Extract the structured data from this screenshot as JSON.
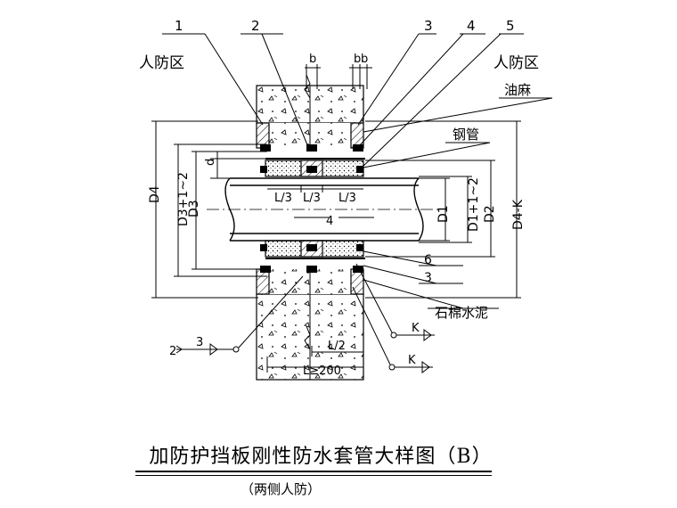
{
  "callouts": {
    "c1": "1",
    "c2": "2",
    "c3": "3",
    "c4": "4",
    "c5": "5",
    "c6": "6",
    "c3b": "3",
    "c4b": "4"
  },
  "labels": {
    "civil_left": "人防区",
    "civil_right": "人防区",
    "oil_hemp": "油麻",
    "steel_pipe": "钢管",
    "asbestos_cement": "石棉水泥"
  },
  "dims": {
    "b1": "b",
    "b2": "b",
    "b3": "b",
    "d": "d",
    "D4": "D4",
    "D3p": "D3+1~2",
    "D3": "D3",
    "D1": "D1",
    "D1p": "D1+1~2",
    "D2": "D2",
    "D4K": "D4-K",
    "L3a": "L/3",
    "L3b": "L/3",
    "L3c": "L/3",
    "L2": "L/2",
    "L200": "L≥200"
  },
  "weld": {
    "w1_num": "2",
    "w1_size": "3",
    "w2_letter": "K",
    "w3_letter": "K"
  },
  "title": {
    "main": "加防护挡板刚性防水套管大样图（B）",
    "sub": "（两侧人防）"
  }
}
